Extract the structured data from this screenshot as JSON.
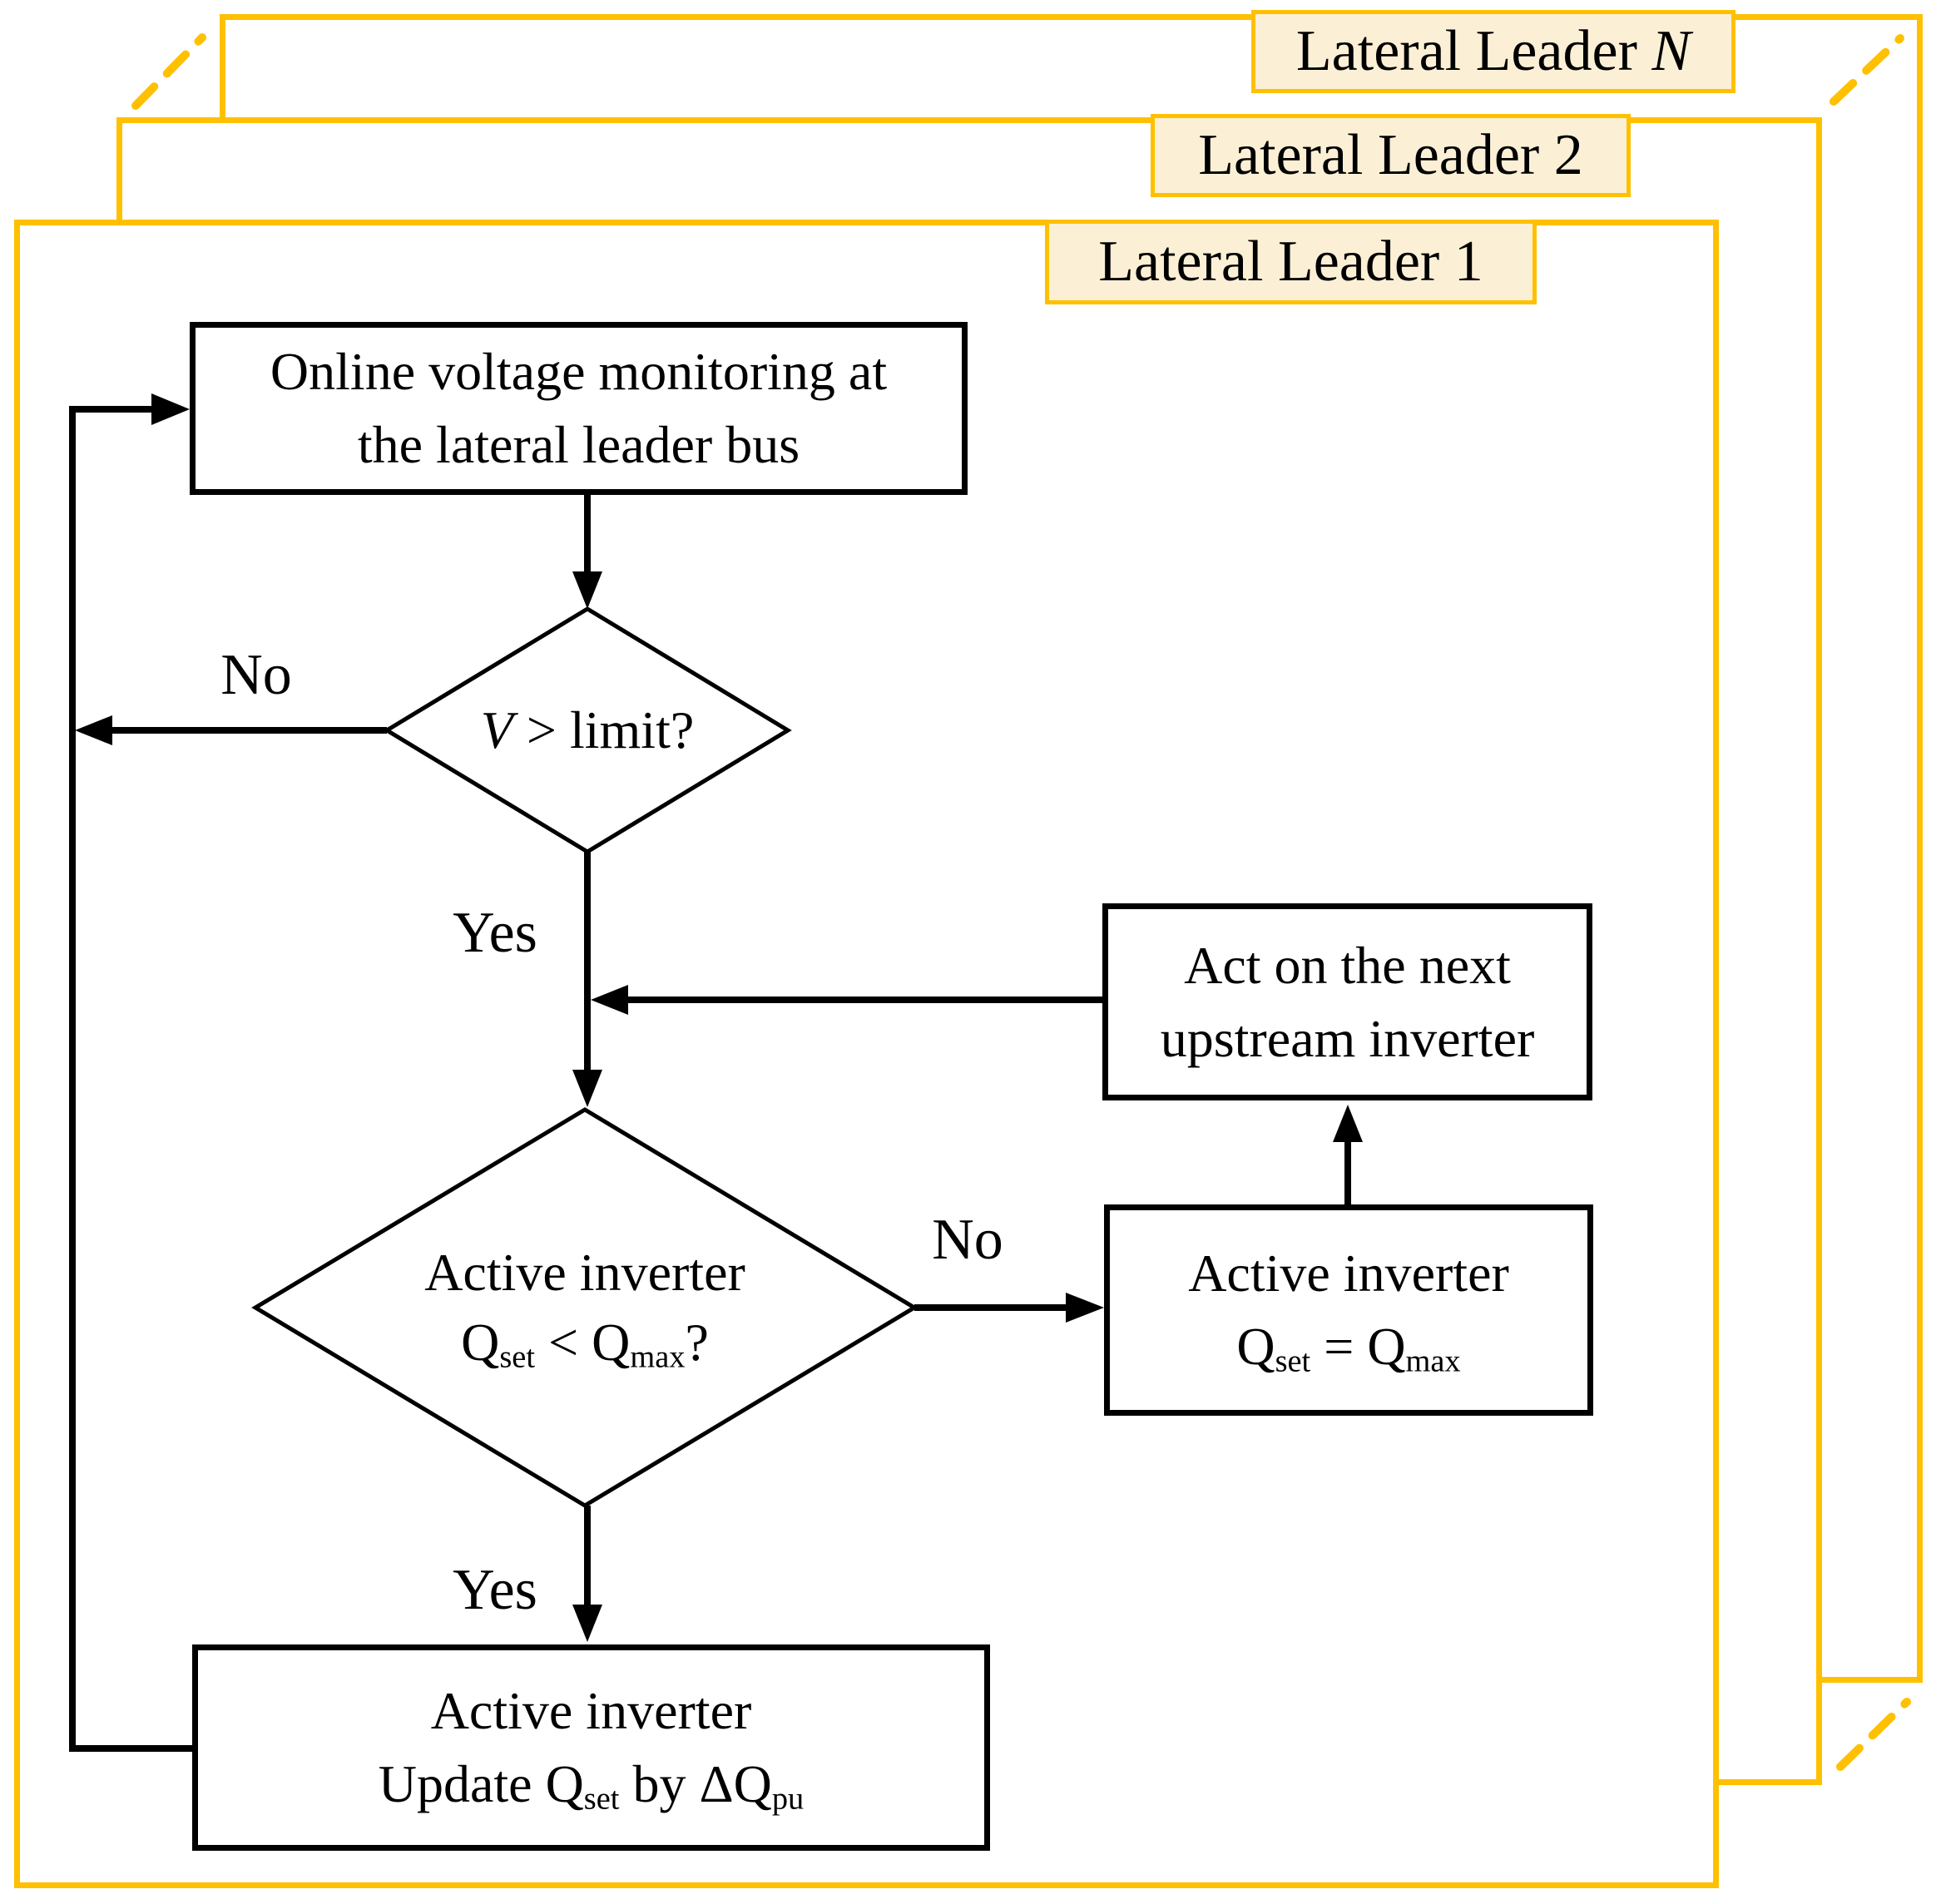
{
  "colors": {
    "frame_border": "#FFC000",
    "leader_label_fill": "#FBF0D5",
    "flow_line": "#000000",
    "background": "#FFFFFF"
  },
  "leaders": {
    "n": {
      "prefix": "Lateral Leader ",
      "variable": "N"
    },
    "two": {
      "text": "Lateral Leader 2"
    },
    "one": {
      "text": "Lateral Leader 1"
    }
  },
  "flow": {
    "monitor": {
      "line1": "Online voltage monitoring at",
      "line2": "the lateral leader bus"
    },
    "v_limit": {
      "variable": "V",
      "rest": " > limit?"
    },
    "q_check": {
      "line1": "Active inverter",
      "pre": "Q",
      "sub1": "set",
      "mid": " < Q",
      "sub2": "max",
      "tail": "?"
    },
    "q_set": {
      "line1": "Active inverter",
      "pre": "Q",
      "sub1": "set",
      "mid": " = Q",
      "sub2": "max"
    },
    "act": {
      "line1": "Act on the next",
      "line2": "upstream inverter"
    },
    "update": {
      "line1": "Active inverter",
      "pre": "Update Q",
      "sub1": "set",
      "mid": " by ΔQ",
      "sub2": "pu"
    },
    "labels": {
      "no1": "No",
      "yes1": "Yes",
      "no2": "No",
      "yes2": "Yes"
    }
  }
}
